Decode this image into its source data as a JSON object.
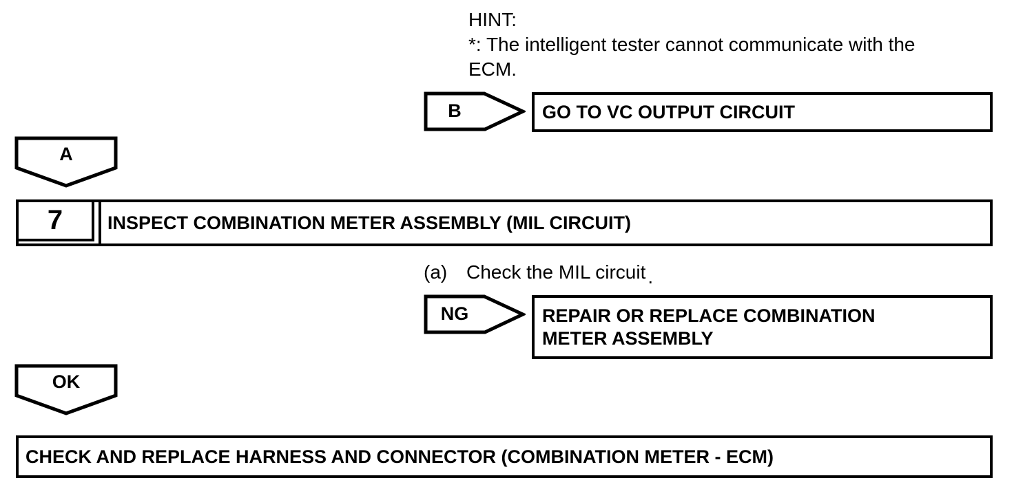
{
  "hint": {
    "label": "HINT:",
    "lines": [
      "*: The intelligent tester cannot communicate with the",
      "ECM."
    ]
  },
  "connectors": {
    "b": {
      "label": "B",
      "target": "GO TO VC OUTPUT CIRCUIT"
    },
    "a": {
      "label": "A"
    },
    "ng": {
      "label": "NG",
      "target_lines": [
        "REPAIR OR REPLACE COMBINATION",
        "METER ASSEMBLY"
      ]
    },
    "ok": {
      "label": "OK"
    }
  },
  "step": {
    "number": "7",
    "title": "INSPECT COMBINATION METER ASSEMBLY (MIL CIRCUIT)",
    "substeps": [
      {
        "marker": "(a)",
        "text": "Check the MIL circuit",
        "period": "."
      }
    ]
  },
  "result": {
    "text": "CHECK AND REPLACE HARNESS AND CONNECTOR (COMBINATION METER - ECM)"
  },
  "colors": {
    "ink": "#000000",
    "paper": "#ffffff"
  }
}
